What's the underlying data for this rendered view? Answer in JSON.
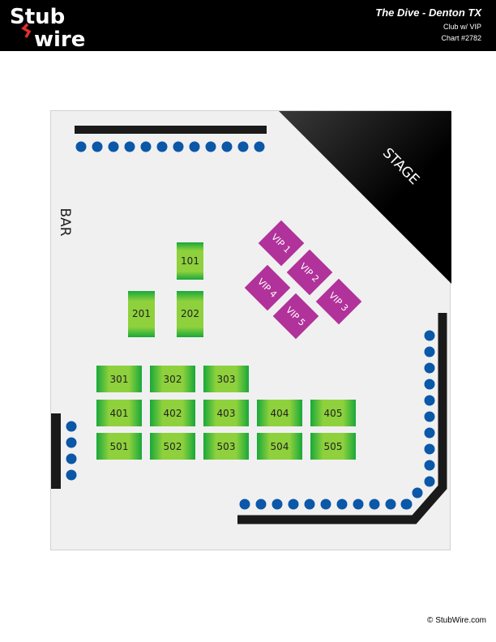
{
  "header": {
    "logo_top": "Stub",
    "logo_bottom": "wire",
    "venue": "The Dive - Denton TX",
    "subtitle": "Club w/ VIP",
    "chart_number": "Chart #2782"
  },
  "map": {
    "stage_label": "STAGE",
    "bar_label": "BAR",
    "sections": [
      {
        "id": "101",
        "label": "101"
      },
      {
        "id": "201",
        "label": "201"
      },
      {
        "id": "202",
        "label": "202"
      },
      {
        "id": "301",
        "label": "301"
      },
      {
        "id": "302",
        "label": "302"
      },
      {
        "id": "303",
        "label": "303"
      },
      {
        "id": "401",
        "label": "401"
      },
      {
        "id": "402",
        "label": "402"
      },
      {
        "id": "403",
        "label": "403"
      },
      {
        "id": "404",
        "label": "404"
      },
      {
        "id": "405",
        "label": "405"
      },
      {
        "id": "501",
        "label": "501"
      },
      {
        "id": "502",
        "label": "502"
      },
      {
        "id": "503",
        "label": "503"
      },
      {
        "id": "504",
        "label": "504"
      },
      {
        "id": "505",
        "label": "505"
      }
    ],
    "vip": [
      {
        "id": "vip1",
        "label": "VIP 1"
      },
      {
        "id": "vip2",
        "label": "VIP 2"
      },
      {
        "id": "vip3",
        "label": "VIP 3"
      },
      {
        "id": "vip4",
        "label": "VIP 4"
      },
      {
        "id": "vip5",
        "label": "VIP 5"
      }
    ]
  },
  "colors": {
    "section_light": "#8ed13c",
    "section_dark": "#18a83a",
    "vip": "#b0329a",
    "seat": "#0b57a8",
    "wall": "#1a1a1a",
    "stage": "#000000"
  },
  "footer": {
    "copyright": "© StubWire.com"
  }
}
